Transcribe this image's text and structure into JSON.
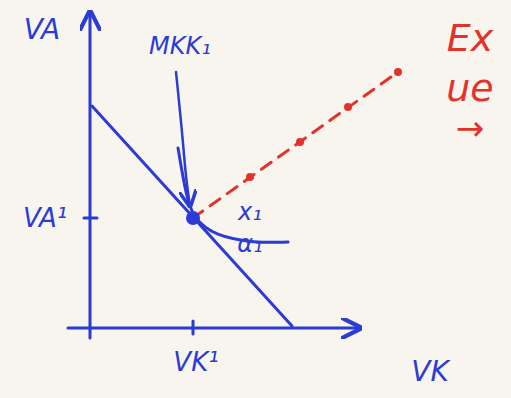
{
  "diagram": {
    "labels": [
      "VA",
      "VK",
      "VA¹",
      "VK¹",
      "MKK₁",
      "x₁",
      "α₁",
      "Ex",
      "ue",
      "→"
    ]
  }
}
